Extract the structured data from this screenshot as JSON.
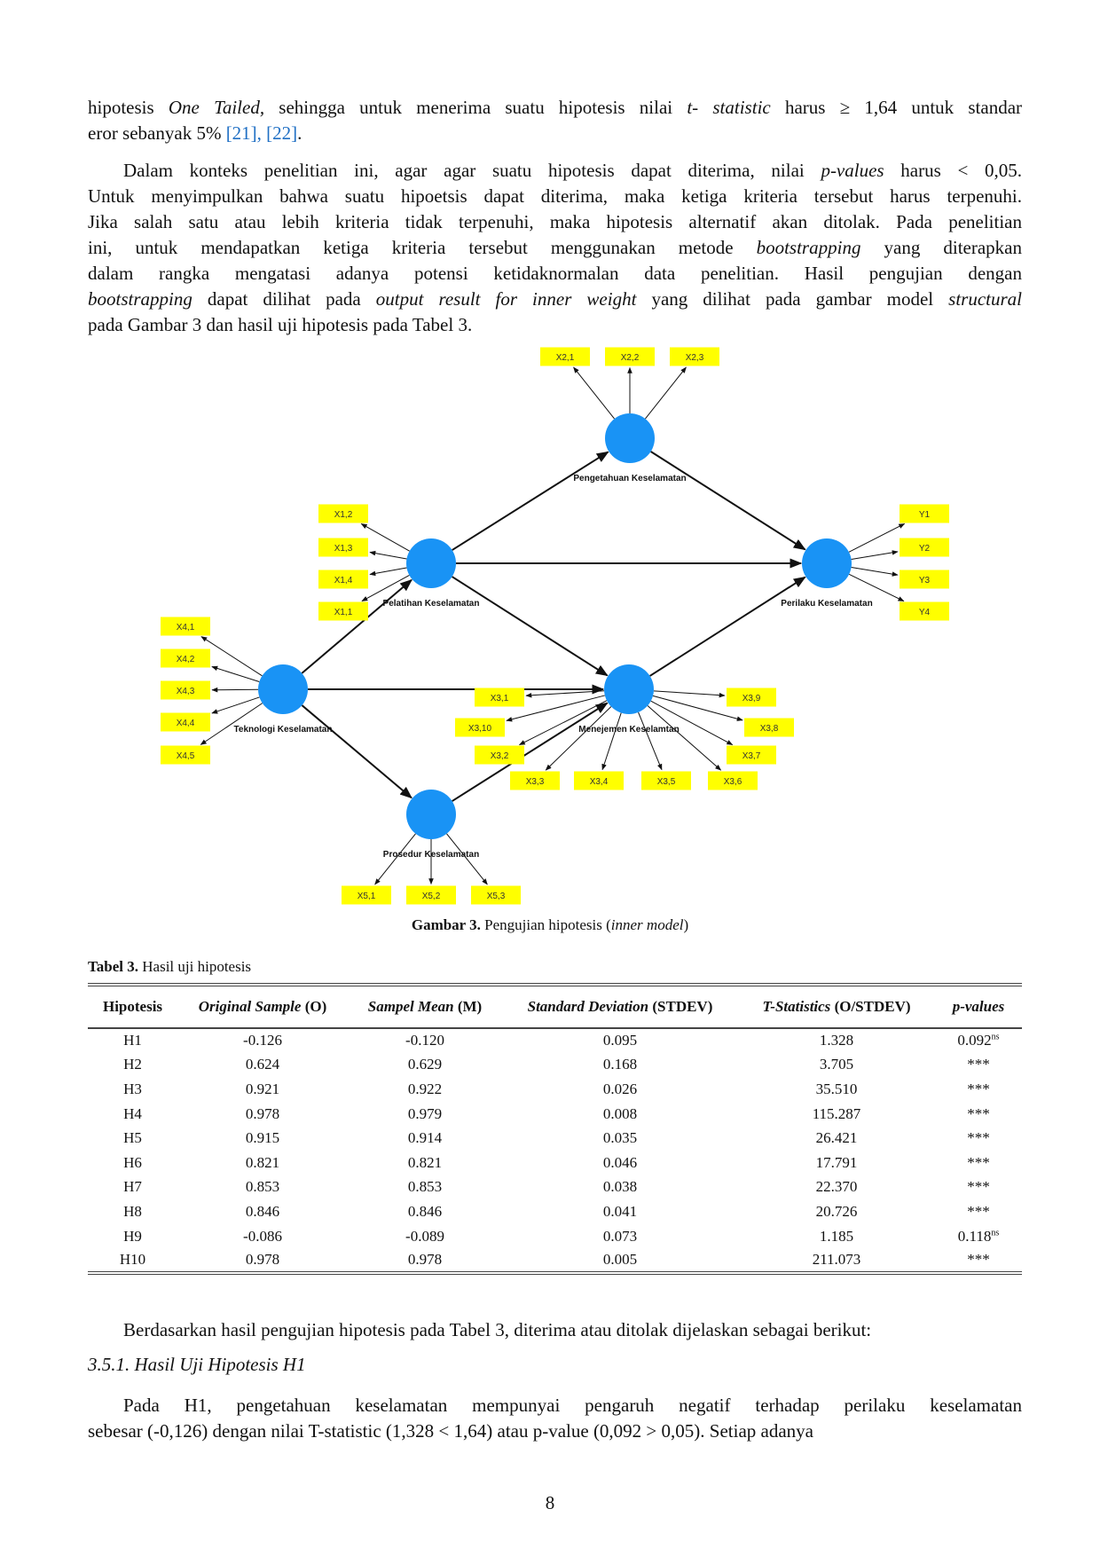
{
  "paragraphs_top": [
    {
      "lines": [
        [
          {
            "t": "hipotesis "
          },
          {
            "t": "One Tailed,",
            "i": true
          },
          {
            "t": " sehingga untuk menerima suatu hipotesis nilai "
          },
          {
            "t": "t-  statistic",
            "i": true
          },
          {
            "t": " harus ≥ 1,64 untuk standar"
          }
        ],
        [
          {
            "t": "eror sebanyak 5% "
          },
          {
            "t": "[21], [22]",
            "ref": true
          },
          {
            "t": "."
          }
        ]
      ]
    },
    {
      "lines": [
        [
          {
            "t": "Dalam konteks penelitian ini, agar agar suatu hipotesis dapat diterima, nilai "
          },
          {
            "t": "p-values",
            "i": true
          },
          {
            "t": " harus < 0,05."
          }
        ],
        [
          {
            "t": "Untuk menyimpulkan bahwa suatu hipoetsis dapat diterima, maka ketiga kriteria tersebut harus terpenuhi."
          }
        ],
        [
          {
            "t": "Jika salah satu atau lebih kriteria tidak terpenuhi, maka hipotesis alternatif akan ditolak. Pada penelitian"
          }
        ],
        [
          {
            "t": "ini, untuk mendapatkan ketiga kriteria tersebut menggunakan metode "
          },
          {
            "t": "bootstrapping",
            "i": true
          },
          {
            "t": " yang diterapkan"
          }
        ],
        [
          {
            "t": "dalam rangka mengatasi adanya potensi ketidaknormalan data penelitian. Hasil pengujian dengan"
          }
        ],
        [
          {
            "t": "bootstrapping",
            "i": true
          },
          {
            "t": " dapat dilihat pada "
          },
          {
            "t": "output result for inner weight",
            "i": true
          },
          {
            "t": " yang dilihat pada gambar model "
          },
          {
            "t": "structural",
            "i": true
          }
        ],
        [
          {
            "t": "pada Gambar 3 dan hasil uji hipotesis pada Tabel 3."
          }
        ]
      ]
    }
  ],
  "diagram": {
    "colors": {
      "construct": "#1993f5",
      "indicator": "#ffff00"
    },
    "constructs": {
      "pengetahuan": "Pengetahuan Keselamatan",
      "pelatihan": "Pelatihan Keselamatan",
      "perilaku": "Perilaku Keselamatan",
      "teknologi": "Teknologi Keselamatan",
      "menejemen": "Menejemen Keselamtan",
      "prosedur": "Prosedur Keselamatan"
    },
    "indicators": {
      "pengetahuan": [
        "X2,1",
        "X2,2",
        "X2,3"
      ],
      "pelatihan": [
        "X1,2",
        "X1,3",
        "X1,4",
        "X1,1"
      ],
      "perilaku": [
        "Y1",
        "Y2",
        "Y3",
        "Y4"
      ],
      "teknologi": [
        "X4,1",
        "X4,2",
        "X4,3",
        "X4,4",
        "X4,5"
      ],
      "menejemen": [
        "X3,1",
        "X3,10",
        "X3,2",
        "X3,3",
        "X3,4",
        "X3,5",
        "X3,6",
        "X3,7",
        "X3,8",
        "X3,9"
      ],
      "prosedur": [
        "X5,1",
        "X5,2",
        "X5,3"
      ]
    }
  },
  "figure_caption": {
    "label": "Gambar 3.",
    "text": " Pengujian hipotesis (",
    "italic": "inner model",
    "close": ")"
  },
  "table_title": {
    "label": "Tabel 3.",
    "text": " Hasil uji hipotesis"
  },
  "table": {
    "headers": [
      [
        {
          "t": "Hipotesis"
        }
      ],
      [
        {
          "t": "Original Sample",
          "i": true
        },
        {
          "t": " (O)"
        }
      ],
      [
        {
          "t": "Sampel Mean",
          "i": true
        },
        {
          "t": " (M)"
        }
      ],
      [
        {
          "t": "Standard Deviation",
          "i": true
        },
        {
          "t": " (STDEV)"
        }
      ],
      [
        {
          "t": "T-Statistics",
          "i": true
        },
        {
          "t": " (O/STDEV)"
        }
      ],
      [
        {
          "t": "p-values",
          "i": true
        }
      ]
    ],
    "rows": [
      [
        "H1",
        "-0.126",
        "-0.120",
        "0.095",
        "1.328",
        "0.092",
        "ns"
      ],
      [
        "H2",
        "0.624",
        "0.629",
        "0.168",
        "3.705",
        "***",
        ""
      ],
      [
        "H3",
        "0.921",
        "0.922",
        "0.026",
        "35.510",
        "***",
        ""
      ],
      [
        "H4",
        "0.978",
        "0.979",
        "0.008",
        "115.287",
        "***",
        ""
      ],
      [
        "H5",
        "0.915",
        "0.914",
        "0.035",
        "26.421",
        "***",
        ""
      ],
      [
        "H6",
        "0.821",
        "0.821",
        "0.046",
        "17.791",
        "***",
        ""
      ],
      [
        "H7",
        "0.853",
        "0.853",
        "0.038",
        "22.370",
        "***",
        ""
      ],
      [
        "H8",
        "0.846",
        "0.846",
        "0.041",
        "20.726",
        "***",
        ""
      ],
      [
        "H9",
        "-0.086",
        "-0.089",
        "0.073",
        "1.185",
        "0.118",
        "ns"
      ],
      [
        "H10",
        "0.978",
        "0.978",
        "0.005",
        "211.073",
        "***",
        ""
      ]
    ]
  },
  "paragraph_after": {
    "lines": [
      [
        {
          "t": "Berdasarkan hasil pengujian hipotesis pada Tabel 3, diterima atau ditolak dijelaskan sebagai berikut:"
        }
      ]
    ]
  },
  "section_heading": "3.5.1. Hasil Uji Hipotesis H1",
  "paragraph_h1": {
    "lines": [
      [
        {
          "t": "Pada H1, pengetahuan keselamatan mempunyai pengaruh negatif terhadap perilaku keselamatan"
        }
      ],
      [
        {
          "t": "sebesar (-0,126) dengan nilai T-statistic (1,328 < 1,64) atau p-value (0,092 > 0,05). Setiap adanya"
        }
      ]
    ]
  },
  "page_number": "8"
}
